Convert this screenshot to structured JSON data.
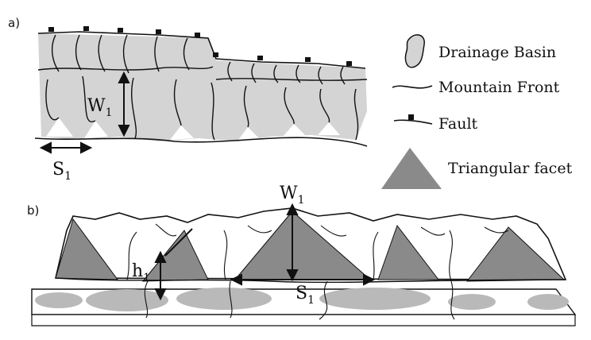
{
  "panel_a": {
    "tag": "a)"
  },
  "panel_b": {
    "tag": "b)"
  },
  "legend": [
    {
      "icon": "drainage-basin-icon",
      "label": "Drainage Basin"
    },
    {
      "icon": "mountain-front-icon",
      "label": "Mountain Front"
    },
    {
      "icon": "fault-icon",
      "label": "Fault"
    },
    {
      "icon": "triangular-facet-icon",
      "label": "Triangular facet"
    }
  ],
  "symbols": {
    "w": "W",
    "w_sub": "1",
    "s": "S",
    "s_sub": "1",
    "h": "h",
    "h_sub": "1"
  },
  "colors": {
    "basin_fill": "#d4d4d4",
    "facet_fill": "#8a8a8a",
    "shadow_fill": "#b9b9b9",
    "line": "#111111"
  }
}
